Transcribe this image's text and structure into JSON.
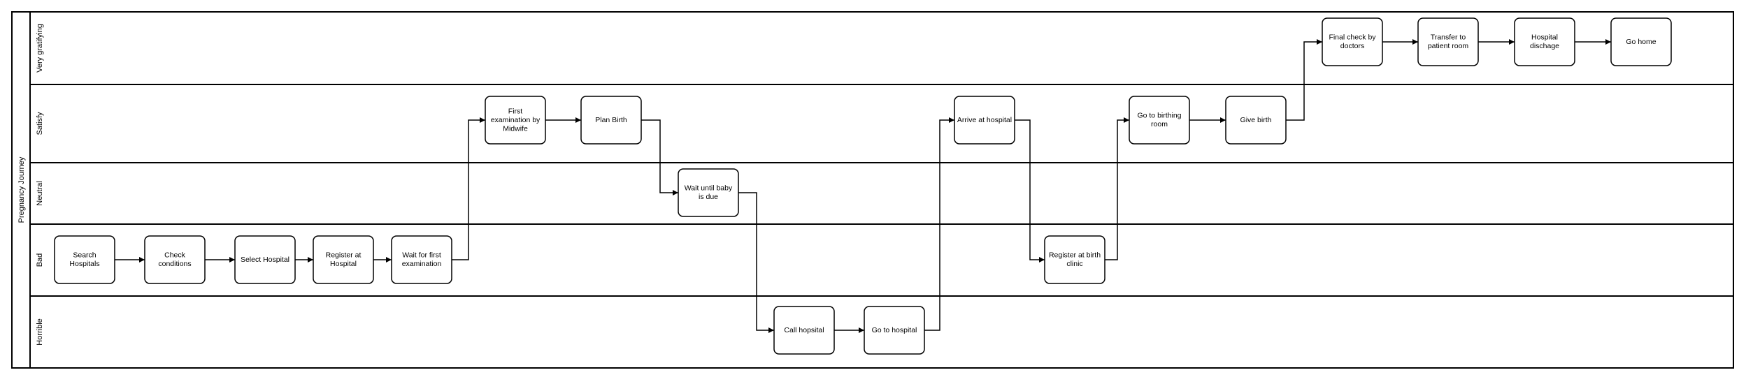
{
  "diagram": {
    "pool": {
      "label": "Pregnancy Journey"
    },
    "lanes": [
      {
        "id": "very-gratifying",
        "label": "Very gratifying"
      },
      {
        "id": "satisfy",
        "label": "Satisfy"
      },
      {
        "id": "neutral",
        "label": "Neutral"
      },
      {
        "id": "bad",
        "label": "Bad"
      },
      {
        "id": "horrible",
        "label": "Horrible"
      }
    ],
    "steps": [
      {
        "id": "search-hospitals",
        "lane": "bad",
        "lines": [
          "Search",
          "Hospitals"
        ]
      },
      {
        "id": "check-conditions",
        "lane": "bad",
        "lines": [
          "Check",
          "conditions"
        ]
      },
      {
        "id": "select-hospital",
        "lane": "bad",
        "lines": [
          "Select Hospital"
        ]
      },
      {
        "id": "register-at-hospital",
        "lane": "bad",
        "lines": [
          "Register at",
          "Hospital"
        ]
      },
      {
        "id": "wait-for-first-examination",
        "lane": "bad",
        "lines": [
          "Wait for first",
          "examination"
        ]
      },
      {
        "id": "first-examination-by-midwife",
        "lane": "satisfy",
        "lines": [
          "First",
          "examination by",
          "Midwife"
        ]
      },
      {
        "id": "plan-birth",
        "lane": "satisfy",
        "lines": [
          "Plan Birth"
        ]
      },
      {
        "id": "wait-until-baby-is-due",
        "lane": "neutral",
        "lines": [
          "Wait until baby",
          "is due"
        ]
      },
      {
        "id": "call-hospital",
        "lane": "horrible",
        "lines": [
          "Call hopsital"
        ]
      },
      {
        "id": "go-to-hospital",
        "lane": "horrible",
        "lines": [
          "Go to hospital"
        ]
      },
      {
        "id": "arrive-at-hospital",
        "lane": "satisfy",
        "lines": [
          "Arrive at hospital"
        ]
      },
      {
        "id": "register-at-birth-clinic",
        "lane": "bad",
        "lines": [
          "Register at birth",
          "clinic"
        ]
      },
      {
        "id": "go-to-birthing-room",
        "lane": "satisfy",
        "lines": [
          "Go to birthing",
          "room"
        ]
      },
      {
        "id": "give-birth",
        "lane": "satisfy",
        "lines": [
          "Give birth"
        ]
      },
      {
        "id": "final-check-by-doctors",
        "lane": "very-gratifying",
        "lines": [
          "Final check by",
          "doctors"
        ]
      },
      {
        "id": "transfer-to-patient-room",
        "lane": "very-gratifying",
        "lines": [
          "Transfer to",
          "patient room"
        ]
      },
      {
        "id": "hospital-dischage",
        "lane": "very-gratifying",
        "lines": [
          "Hospital",
          "dischage"
        ]
      },
      {
        "id": "go-home",
        "lane": "very-gratifying",
        "lines": [
          "Go home"
        ]
      }
    ],
    "connections": [
      {
        "from": "search-hospitals",
        "to": "check-conditions"
      },
      {
        "from": "check-conditions",
        "to": "select-hospital"
      },
      {
        "from": "select-hospital",
        "to": "register-at-hospital"
      },
      {
        "from": "register-at-hospital",
        "to": "wait-for-first-examination"
      },
      {
        "from": "wait-for-first-examination",
        "to": "first-examination-by-midwife"
      },
      {
        "from": "first-examination-by-midwife",
        "to": "plan-birth"
      },
      {
        "from": "plan-birth",
        "to": "wait-until-baby-is-due"
      },
      {
        "from": "wait-until-baby-is-due",
        "to": "call-hospital"
      },
      {
        "from": "call-hospital",
        "to": "go-to-hospital"
      },
      {
        "from": "go-to-hospital",
        "to": "arrive-at-hospital"
      },
      {
        "from": "arrive-at-hospital",
        "to": "register-at-birth-clinic"
      },
      {
        "from": "register-at-birth-clinic",
        "to": "go-to-birthing-room"
      },
      {
        "from": "go-to-birthing-room",
        "to": "give-birth"
      },
      {
        "from": "give-birth",
        "to": "final-check-by-doctors"
      },
      {
        "from": "final-check-by-doctors",
        "to": "transfer-to-patient-room"
      },
      {
        "from": "transfer-to-patient-room",
        "to": "hospital-dischage"
      },
      {
        "from": "hospital-dischage",
        "to": "go-home"
      }
    ]
  }
}
